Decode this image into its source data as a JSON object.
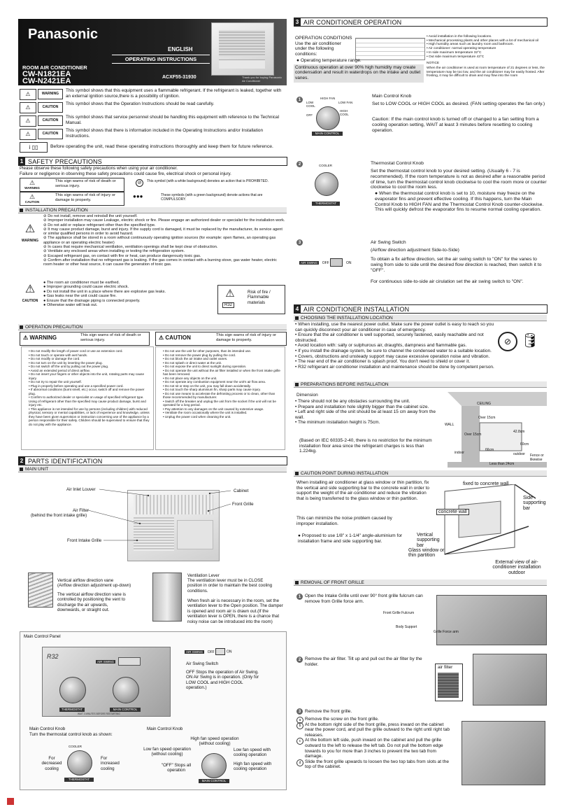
{
  "brand": "Panasonic",
  "cover": {
    "lang": "ENGLISH",
    "doc_type": "OPERATING INSTRUCTIONS",
    "product": "ROOM AIR CONDITIONER",
    "model1": "CW-N1821EA",
    "model2": "CW-N2421EA",
    "code": "ACXF55-31930",
    "thank": "Thank you for buying Panasonic Air Conditioner"
  },
  "symbols": [
    {
      "tag": "WARNING",
      "text": "This symbol shows that this equipment uses a flammable refrigerant. If the refrigerant is leaked, together with an external ignition source,there is a possibility of ignition."
    },
    {
      "tag": "CAUTION",
      "text": "This symbol shows that the Operation Instructions should be read carefully."
    },
    {
      "tag": "CAUTION",
      "text": "This symbol shows that service personnel should be handling this equipment with reference to the Technical Manual."
    },
    {
      "tag": "CAUTION",
      "text": "This symbol shows that there is information included in the Operating Instructions and/or Installation Instructions."
    }
  ],
  "before_note": "Before operating the unit, read these operating instructions thoroughly and keep them for future reference.",
  "sec1": {
    "num": "1",
    "title": "SAFETY PRECAUTIONS",
    "intro1": "Please observe these following safety precautions when using your air conditioner.",
    "intro2": "Failure or negligence in observing these safety precautions could cause fire, electrical shock or personal injury.",
    "warn_tag": "WARNING",
    "warn_text": "This sign warns of risk of death or serious injury.",
    "caut_tag": "CAUTION",
    "caut_text": "This sign warns of risk of injury or damage to property.",
    "prohibit": "This symbol (with a white background) denotes an action that is PROHIBITED.",
    "compulsory": "These symbols (with a green background) denote actions that are COMPULSORY."
  },
  "install_prec": {
    "title": "INSTALLATION PRECAUTION",
    "warning": "WARNING",
    "caution": "CAUTION",
    "risk": "Risk of fire / Flammable materials",
    "r32": "R32",
    "warn_lines": [
      "Do not install, remove and reinstall the unit yourself.",
      "Improper installation may cause Leakage, electric shock or fire. Please engage an authorized dealer or specialist for the installation work.",
      "Do not add or replace refrigerant other than the specified type.",
      "It may cause product damage, burst and injury. If the supply cord is damaged, it must be replaced by the manufacturer, its service agent or similar qualified persons in order to avoid hazard.",
      "The appliance shall be stored in a room without continuously operating ignition sources (for example: open flames, an operating gas appliance or an operating electric heater)",
      "In cases that require mechanical ventilation, ventilation openings shall be kept clear of obstruction.",
      "Ventilate any enclosed areas when installing or testing the refrigeration system.",
      "Escaped refrigerant gas, on contact with fire or heat, can produce dangerously toxic gas.",
      "Confirm after installation that no refrigerant gas is leaking. If the gas comes in contact with a burning stove, gas water heater, electric room heater or other heat source, it can cause the generation of toxic gas."
    ],
    "caut_lines": [
      "The room air conditioner must be earthed.",
      "Improper grounding could cause electric shock.",
      "Do not install the unit in a place where there are explosive gas leaks.",
      "Gas leaks near the unit could cause fire.",
      "Ensure that the drainage piping is connected properly.",
      "Otherwise water will leak out."
    ]
  },
  "op_prec": {
    "title": "OPERATION PRECAUTION",
    "warn_tag": "WARNING",
    "warn_text": "This sign warns of risk of death or serious injury.",
    "caut_tag": "CAUTION",
    "caut_text": "This sign warns of risk of injury or damage to property.",
    "warn_lines": [
      "Do not modify the length of power cord or use an extension cord.",
      "Do not touch or operate with wet hands.",
      "Do not modify or damage the cord.",
      "Do not turn on the unit by inserting the power plug.",
      "Do not switch off the unit by pulling out the power plug.",
      "Avoid an extended period of direct airflow.",
      "Do not insert your fingers or other objects into the unit, rotating parts may cause injury.",
      "Do not try to repair the unit yourself.",
      "Plug in properly before operating and use a specified power cord.",
      "If abnormal conditions (burnt smell, etc.) occur, switch off and remove the power plug.",
      "Confirm to authorized dealer or specialist on usage of specified refrigerant type. Using of refrigerant other than the specified may cause product damage, burst and injury etc.",
      "This appliance is not intended for use by persons (including children) with reduced physical, sensory or mental capabilities, or lack of experience and knowledge, unless they have been given supervision or instruction concerning use of the appliance by a person responsible for their safety. Children should be supervised to ensure that they do not play with the appliance."
    ],
    "caut_lines": [
      "Do not use the unit for other purposes, than its intended use.",
      "Do not remove the power plug by pulling the cord.",
      "Do not block the air intake and outlet vanes.",
      "Do not splash or direct water at the unit.",
      "Do not expose the unit to direct sunlight during operation.",
      "Do not operate the unit without the air filter installed or when the front intake grille has been removed.",
      "Do not place any objects on the unit.",
      "Do not operate any combustion equipment near the unit's air flow area.",
      "Do not sit or step on the unit, you may fall down accidentally.",
      "Do not touch the sharp aluminium fin, sharp parts may cause injury.",
      "Do not use means to accelerate the defrosting process or to clean, other than those recommended by manufacturer.",
      "Switch off the breaker and unplug the unit from the socket if the unit will not be operated for a long period.",
      "Pay attention to any damages on the unit caused by extensive usage.",
      "Ventilate the room occasionally where the unit is installed.",
      "Unplug the power cord when cleaning the unit."
    ]
  },
  "sec2": {
    "num": "2",
    "title": "PARTS IDENTIFICATION",
    "main_unit": "MAIN UNIT",
    "air_inlet": "Air Inlet Louver",
    "cabinet": "Cabinet",
    "front_grille": "Front Grille",
    "air_filter": "Air Filter",
    "air_filter_sub": "(behind the front intake grille)",
    "front_intake": "Front Intake Grille",
    "vane_title": "Vertical airflow direction vane",
    "vane_sub": "(Airflow direction adjustment up-down)",
    "vane_text": "The vertical airflow direction vane is controlled by positioning the vent to discharge the air upwards, downwards, or straight out.",
    "vent_title": "Ventilation Lever",
    "vent_text": "The ventilation lever must be in CLOSE position in order to maintain the best cooling conditions.",
    "vent_text2": "When fresh air is necessary in the room, set the ventilation lever to the Open position. The damper is opened and room air is drawn out.(If the ventilation lever is OPEN, there is a chance that noisy noise can be introduced into the room)",
    "panel_title": "Main Control Panel",
    "air_swing": "AIR SWING",
    "off": "OFF",
    "on": "ON",
    "air_swing_switch": "Air Swing Switch",
    "swing_desc": "OFF Stops the operation of Air Swing. ON  Air Swing is in operation. (Only for LOW COOL and HIGH COOL operation.)",
    "thermostat": "THERMOSTAT",
    "main_control": "MAIN CONTROL",
    "cooler": "COOLER",
    "knob1_title": "Main Control Knob",
    "knob1_sub": "Turn the thermostat control knob as shown:",
    "knob2_title": "Main Control Knob",
    "for_dec": "For decreased cooling",
    "for_inc": "For increased cooling",
    "high_fan": "High fan speed operation (without cooling)",
    "low_fan": "Low fan speed operation (without cooling)",
    "low_fan_cool": "Low fan speed with cooling operation",
    "high_fan_cool": "High fan speed with cooling operation",
    "stops": "\"OFF\" Stops all operation",
    "wait": "WAIT 3 MINUTES BEFORE RESTARTING"
  },
  "sec3": {
    "num": "3",
    "title": "AIR CONDITIONER OPERATION",
    "cond_title": "OPERATION CONDITIONS",
    "cond_text": "Use the air conditioner under the following conditions:",
    "cond_bullet": "Operating temperature range.",
    "cond_warn": "Continuous operation at over 90% high humidity may create condensation and result in waterdrops on the intake and outlet vanes.",
    "avoid": [
      "Avoid installation in the following locations.",
      "Mechanical processing plants and other places with a lot of mechanical oil",
      "High humidity areas such as laundry room and bathroom.",
      "Air conditioner: normal operating temperature",
      "In side maximum temperature 32°C",
      "Out side maximum temperature 43°C"
    ],
    "notice": "NOTICE",
    "notice_text": "When the air conditioner is used at room temperature of 21 degrees or less, the temperature may be too low, and the air conditioner may be easily frosted. After frosting, it may be difficult to drain and may flow into the room",
    "step1_title": "Main Control Knob",
    "step1_text": "Set to LOW COOL or HIGH COOL as desired. (FAN setting operates the fan only.)",
    "step1_caution": "Caution: If the main control knob is turned off or changed to a fan setting from a cooling operation setting, WAIT at least 3 minutes before resetting to cooling operation.",
    "step2_title": "Thermostat Control Knob",
    "step2_text": "Set the thermostat control knob to your desired setting. (Usually 6 - 7 is recommended). If the room temperature is not as desired after a reasonable period of time, turn the thermostat control knob clockwise to cool the room more or counter clockwise to cool the room less.",
    "step2_bullet": "When the thermostat control knob is set to 10, moisture may freeze on the evaporator fins and prevent effective cooling. If this happens, turn the Main Control Knob to HIGH FAN and the Thermostat Control Knob counter-clockwise. This will quickly defrost the evaporator fins to resume normal cooling operation.",
    "step3_title": "Air Swing Switch",
    "step3_sub": "(Airflow direction adjustment Side-to-Side)",
    "step3_text": "To obtain a fix airflow direction, set the air swing switch to \"ON\" for the vanes to swing from side to side until the desired flow direction is reached, then switch it to \"OFF\".",
    "step3_text2": "For continuous side-to-side air cirulation set the air swing switch to \"ON\".",
    "low_cool": "LOW COOL",
    "high_fan": "HIGH FAN",
    "high_cool": "HIGH COOL",
    "low_fan": "LOW FAN",
    "off": "OFF",
    "main_control": "MAIN CONTROL",
    "thermostat": "THERMOSTAT",
    "cooler": "COOLER",
    "air_swing": "AIR SWING",
    "sw_off": "OFF",
    "sw_on": "ON",
    "n1": "1",
    "n2": "2",
    "n3": "3"
  },
  "sec4": {
    "num": "4",
    "title": "AIR CONDITIONER INSTALLATION",
    "choose_title": "CHOOSING THE INSTALLATION LOCATION",
    "choose": [
      "When installing, use the nearest power outlet. Make sure the power outlet is easy to reach so you can quickly disconnect your air conditioner in case of emergency.",
      "Ensure that the air conditioner is well supported, securely fastened, easily reachable and not obstructed.",
      "Avoid location with: salty or sulphurous air, draughts, dampness and flammable gas.",
      "If you install the drainage system, be sure to channel the condensed water to a suitable location.",
      "Covers, obstructions and unsteady support may cause excessive operation noise and vibration.",
      "The rear end of the air conditioner is splash proof. You don't need to shield or cover it.",
      "R32 refrigerant air conditioner installation and maintenance should be done by competent person."
    ],
    "prep_title": "PREPARATIONS BEFORE INSTALLATION",
    "dimension": "Dimension",
    "prep": [
      "There should not be any obstacles surrounding the unit.",
      "Prepare and installation hole slightly bigger than the cabinet size.",
      "Left and right side of the unit should be at least 15 cm away from the wall.",
      "The minimum installation height is 75cm."
    ],
    "prep_note": "(Based on IEC 60335-2-40, there is no restriction for the minimum installation floor area since the refrigerant charges is less than 1.224kg.",
    "ceiling": "CEILING",
    "wall": "WALL",
    "over15a": "Over 15cm",
    "over15b": "Over 15cm",
    "cm42": "42.8cm",
    "cm66": "66cm",
    "cm60": "60cm",
    "outdoor": "outdoor",
    "indoor": "indoor",
    "less24": "Less than 24cm",
    "fence": "Fence or likewise",
    "caution_title": "CAUTION POINT DURING INSTALLATION",
    "caution_text": "When installing air conditioner at glass window or thin partition, fix the vertical and side supporting bar to the concrete wall in order to support the weight of the air-conditioner and reduce the vibration that is being transferred to the glass window or thin partition.",
    "caution_text2": "This can minimize the noise problem caused by improper installation.",
    "caution_bullet": "Proposed to use 1/8\" x 1-1/4\" angle-aluminium for installation frame and side supporting bar.",
    "fixed": "fixed to concrete wall",
    "side_bar": "Side supporting bar",
    "concrete": "concrete wall",
    "vert_bar": "Vertical supporting bar",
    "glass": "Glass window or thin partition",
    "ext_view": "External view of air-conditioner installation outdoor",
    "remove_title": "REMOVAL OF FRONT GRILLE",
    "r1": "Open the Intake Grille until over 90° front grille fulcrum can remove from Grille force arm.",
    "fulcrum": "Front Grille Fulcrum",
    "body_support": "Body Support",
    "force_arm": "Grille Force arm",
    "r2": "Remove the air filter. Tilt up and pull out the air filter by the holder.",
    "air_filter": "air filter",
    "r3": "Remove the front grille.",
    "r3_steps": [
      {
        "k": "a",
        "t": "Remove the screw on the front grille."
      },
      {
        "k": "b",
        "t": "At the bottom right side of the front grille, press inward on the cabinet near the power cord, and pull the grille outward to the right until right tab releases."
      },
      {
        "k": "c",
        "t": "At the bottom left side, push inward on the cabinet and pull the grille outward to the left to release the left tab. Do not pull the bottom edge towards to you for more than 3 inches to prevent the two tab from damage."
      },
      {
        "k": "d",
        "t": "Slide the front grille upwards to loosen the two top tabs from slots at the top of the cabinet."
      }
    ],
    "n1": "1",
    "n2": "2",
    "n3": "3"
  }
}
